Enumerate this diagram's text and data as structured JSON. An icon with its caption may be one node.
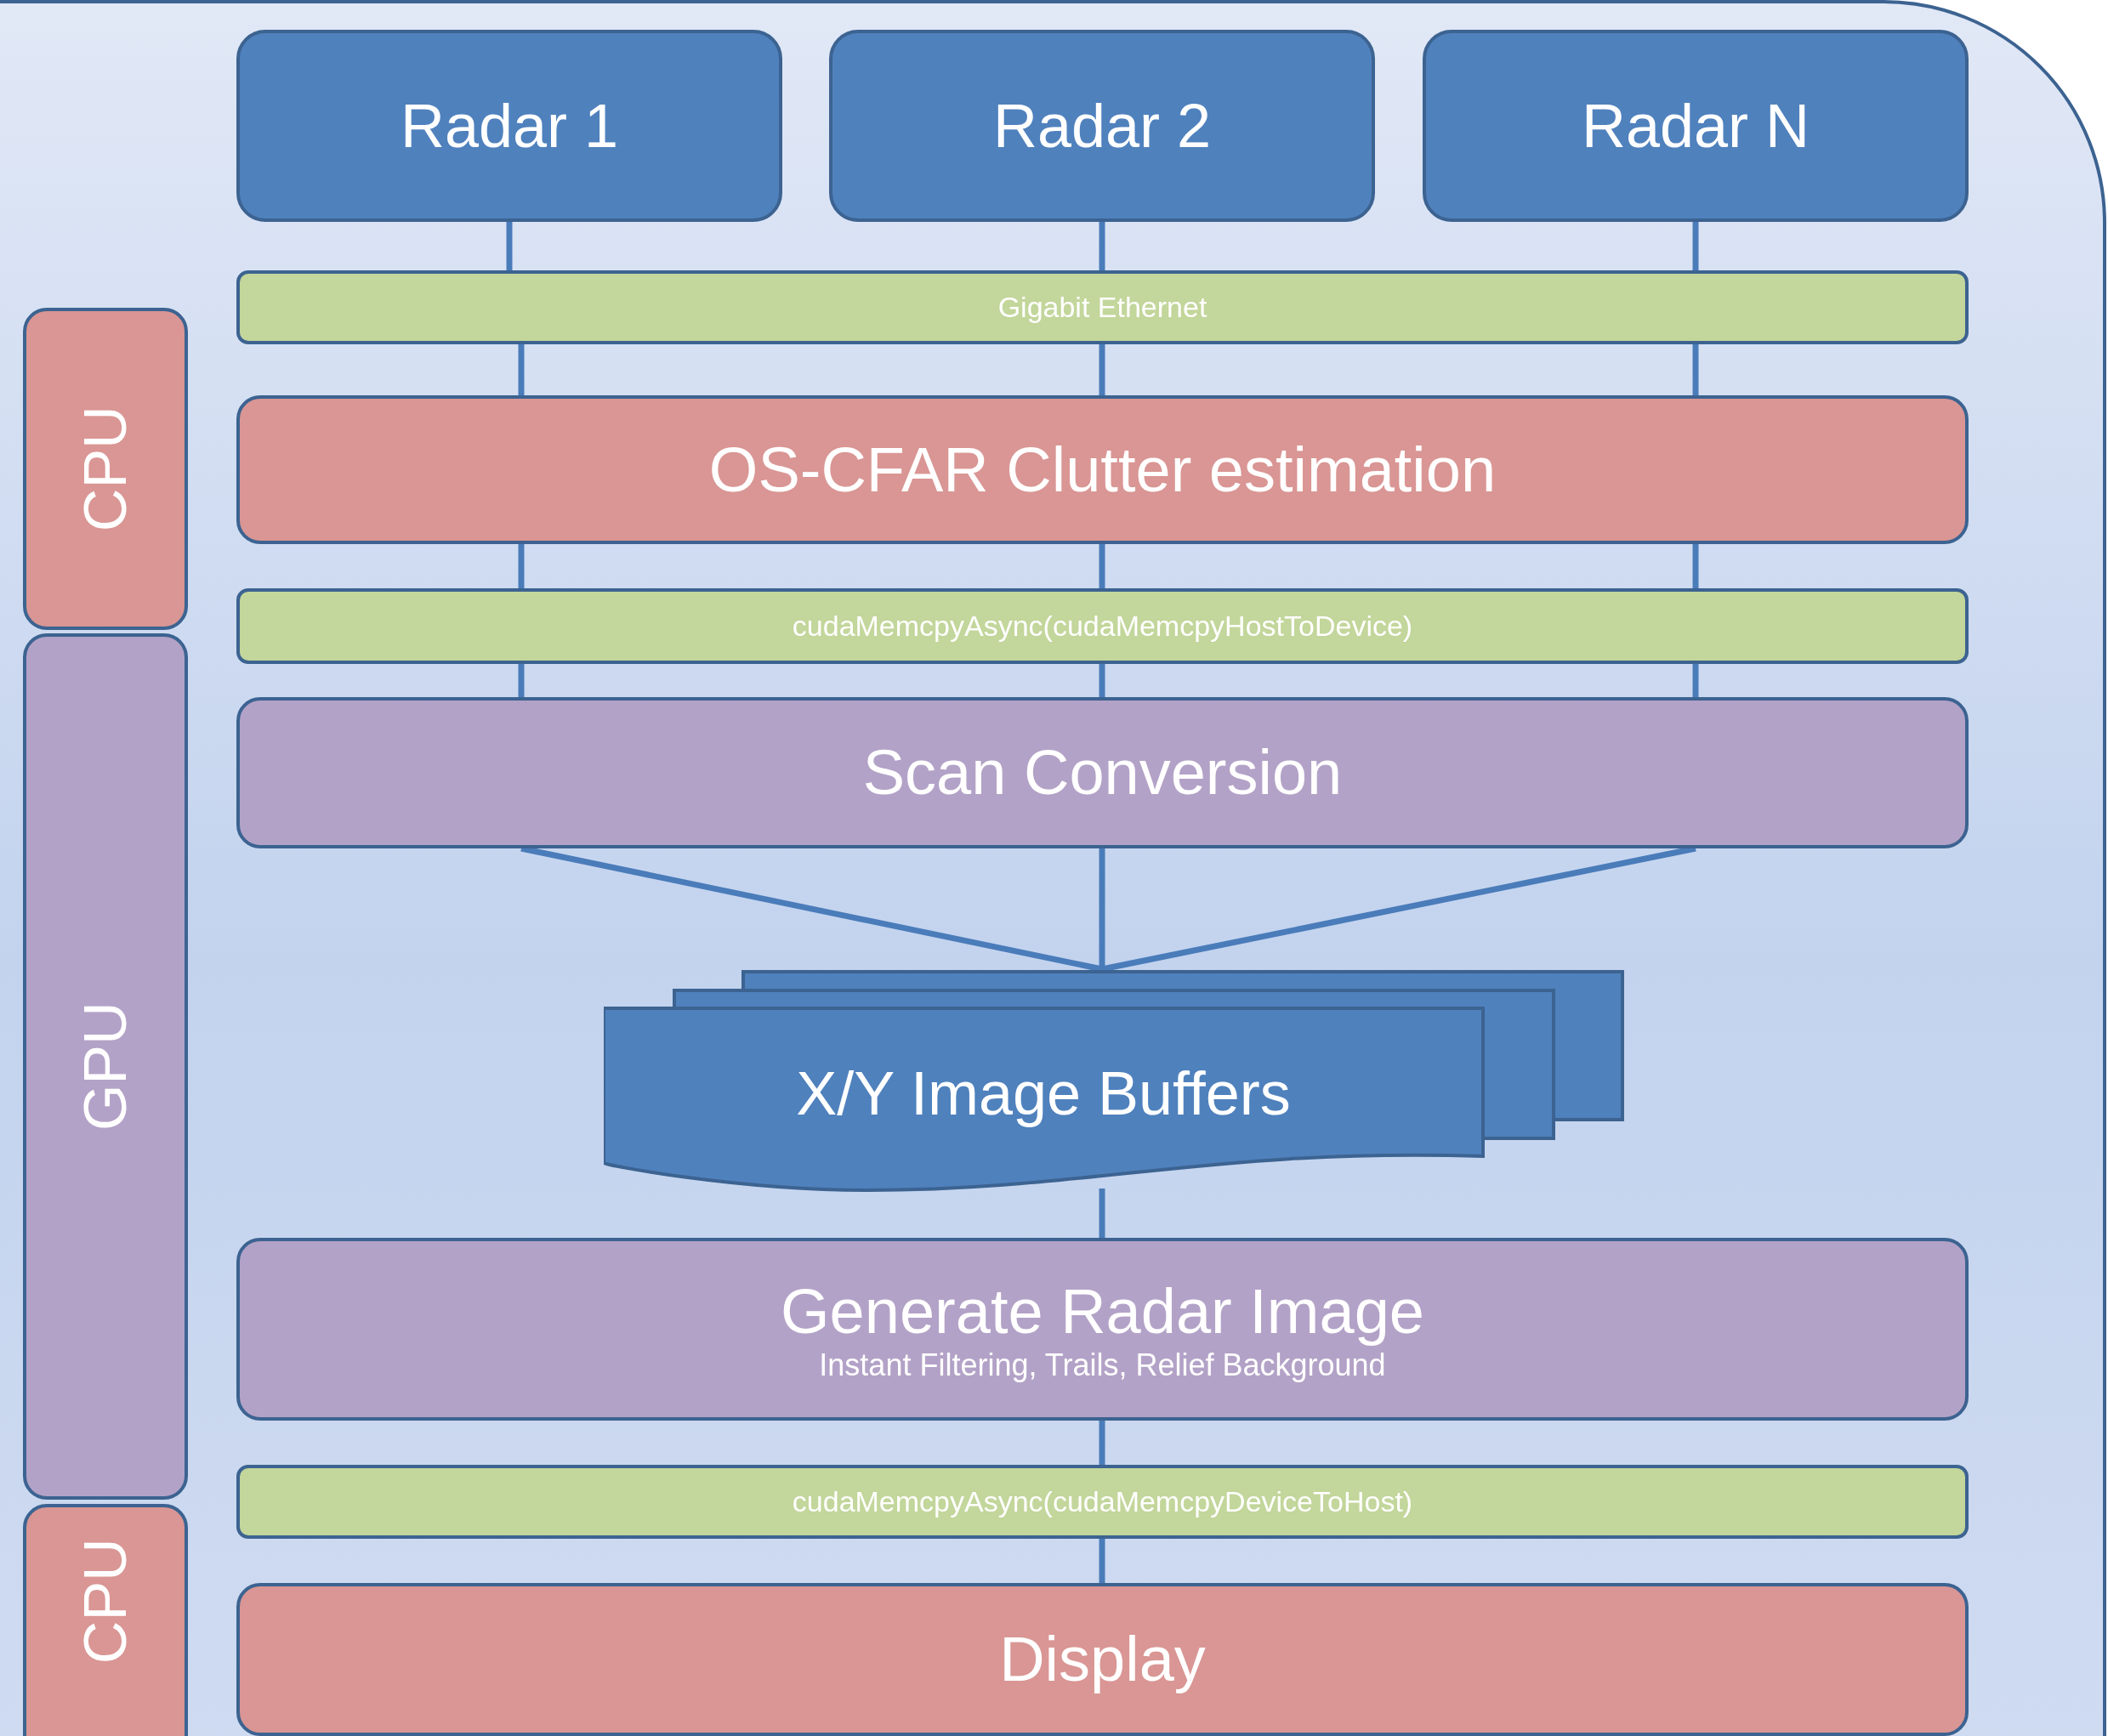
{
  "diagram": {
    "nodes": [
      {
        "text": [
          "Radar 1"
        ]
      },
      {
        "text": [
          "Radar 2"
        ]
      },
      {
        "text": [
          "Radar N"
        ]
      },
      {
        "text": [
          "Gigabit Ethernet"
        ]
      },
      {
        "text": [
          "OS-CFAR Clutter estimation"
        ]
      },
      {
        "text": [
          "cudaMemcpyAsync(cudaMemcpyHostToDevice)"
        ]
      },
      {
        "text": [
          "Scan Conversion"
        ]
      },
      {
        "text": [
          "X/Y Image Buffers"
        ]
      },
      {
        "text": [
          "Generate Radar Image",
          "Instant Filtering, Trails, Relief Background"
        ]
      },
      {
        "text": [
          "cudaMemcpyAsync(cudaMemcpyDeviceToHost)"
        ]
      },
      {
        "text": [
          "Display"
        ]
      },
      {
        "text": [
          "CPU"
        ]
      },
      {
        "text": [
          "GPU"
        ]
      },
      {
        "text": [
          "CPU"
        ]
      }
    ],
    "edges": [
      {
        "from": 0,
        "to": 3,
        "arrow": "none"
      },
      {
        "from": 1,
        "to": 3,
        "arrow": "none"
      },
      {
        "from": 2,
        "to": 3,
        "arrow": "none"
      },
      {
        "from": 3,
        "to": 4,
        "arrow": "none"
      },
      {
        "from": 3,
        "to": 4,
        "arrow": "none"
      },
      {
        "from": 3,
        "to": 4,
        "arrow": "none"
      },
      {
        "from": 4,
        "to": 5,
        "arrow": "none"
      },
      {
        "from": 4,
        "to": 5,
        "arrow": "none"
      },
      {
        "from": 4,
        "to": 5,
        "arrow": "none"
      },
      {
        "from": 5,
        "to": 6,
        "arrow": "none"
      },
      {
        "from": 5,
        "to": 6,
        "arrow": "none"
      },
      {
        "from": 5,
        "to": 6,
        "arrow": "none"
      },
      {
        "from": 6,
        "to": 7,
        "arrow": "none"
      },
      {
        "from": 6,
        "to": 7,
        "arrow": "none"
      },
      {
        "from": 6,
        "to": 7,
        "arrow": "none"
      },
      {
        "from": 7,
        "to": 8,
        "arrow": "none"
      },
      {
        "from": 8,
        "to": 9,
        "arrow": "none"
      },
      {
        "from": 9,
        "to": 10,
        "arrow": "none"
      }
    ]
  }
}
